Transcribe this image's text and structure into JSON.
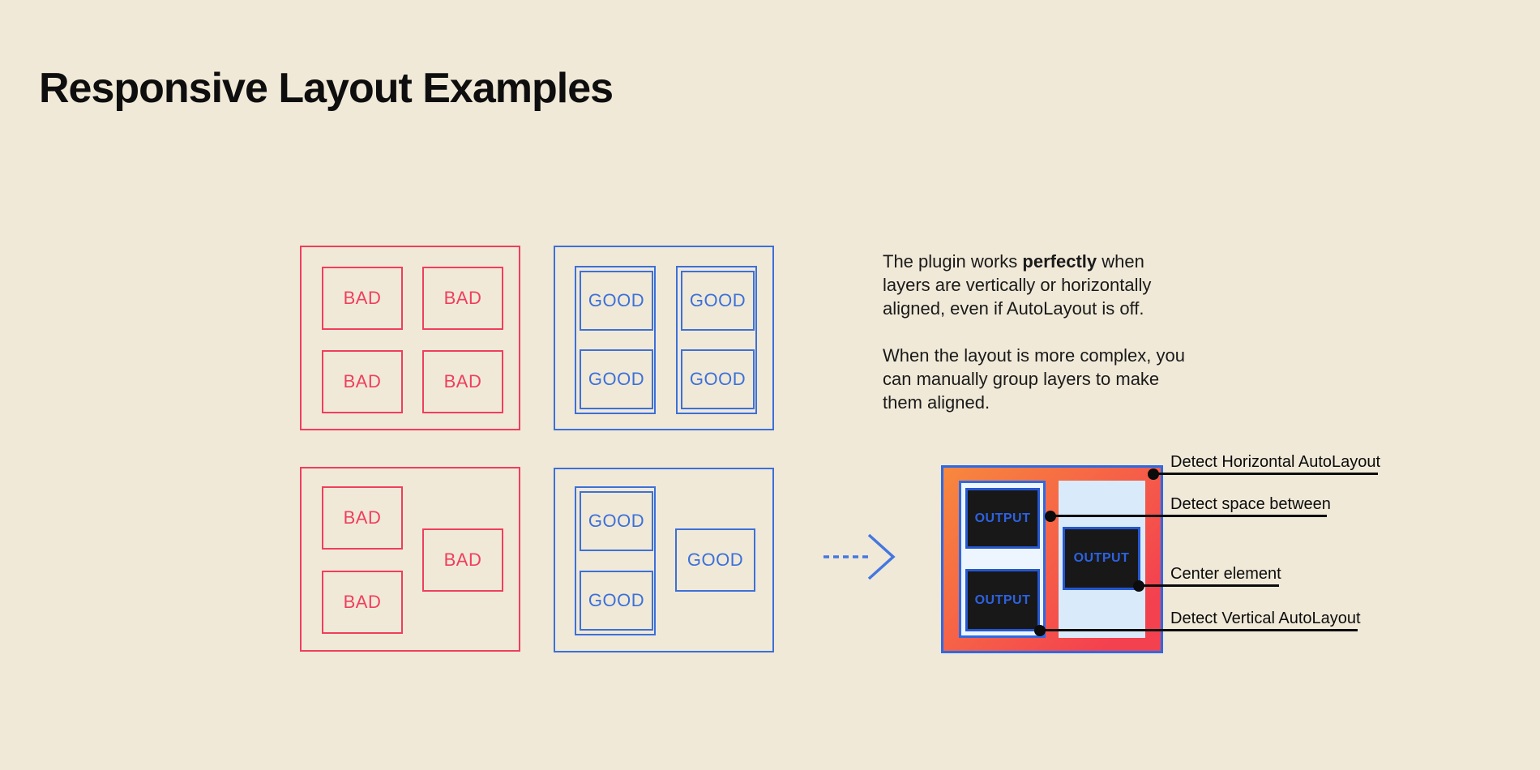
{
  "page": {
    "title": "Responsive Layout Examples"
  },
  "colors": {
    "background": "#f0e9d8",
    "bad": "#f03e5c",
    "good": "#3c70d9",
    "ink": "#1a1a1a",
    "annotation": "#0c0c0c",
    "frame_border": "#2c69e6",
    "gradient_start": "#f7883e",
    "gradient_end": "#f4414f",
    "panel": "#d9ebfa",
    "wrapper_fill": "#edf6fe",
    "output_fill": "#181818",
    "output_text": "#2d62e0",
    "output_border": "#2457d0",
    "arrow": "#4477e0"
  },
  "examples": {
    "bad_label": "BAD",
    "good_label": "GOOD"
  },
  "description": {
    "p1_l1_pre": "The plugin works ",
    "p1_l1_bold": "perfectly",
    "p1_l1_post": " when",
    "p1_l2": "layers are vertically or horizontally",
    "p1_l3": "aligned, even if AutoLayout is off.",
    "p2_l1": "When the layout is more complex, you",
    "p2_l2": "can manually group layers to make",
    "p2_l3": "them aligned."
  },
  "output": {
    "box_label": "OUTPUT",
    "annotations": [
      {
        "label": "Detect Horizontal AutoLayout"
      },
      {
        "label": "Detect space between"
      },
      {
        "label": "Center element"
      },
      {
        "label": "Detect Vertical AutoLayout"
      }
    ]
  }
}
